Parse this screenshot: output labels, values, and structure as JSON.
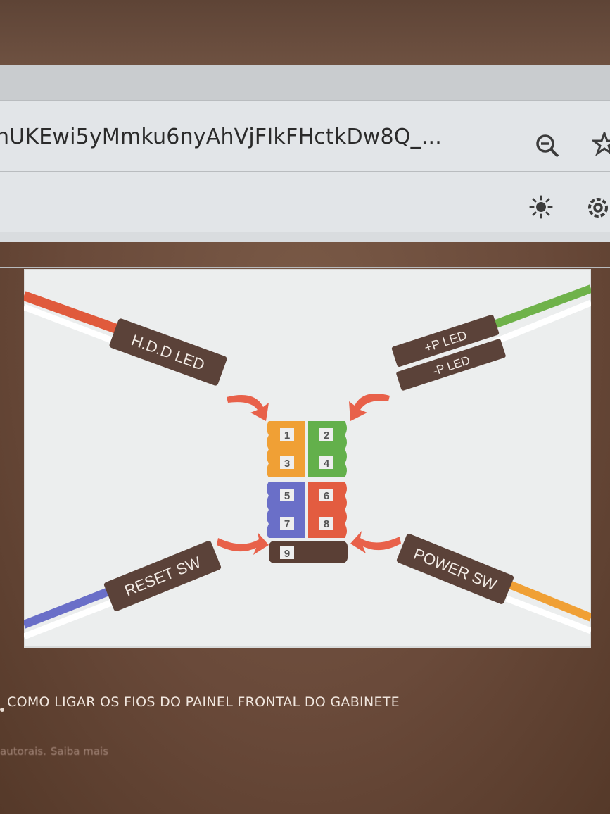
{
  "browser": {
    "url": "hUKEwi5yMmku6nyAhVjFIkFHctkDw8Q_..."
  },
  "diagram": {
    "hdd_led_label": "H.D.D LED",
    "p_led_plus_label": "+P LED",
    "p_led_minus_label": "-P LED",
    "reset_sw_label": "RESET SW",
    "power_sw_label": "POWER SW",
    "pins": [
      "1",
      "2",
      "3",
      "4",
      "5",
      "6",
      "7",
      "8",
      "9"
    ],
    "colors": {
      "orange": "#f0a035",
      "green": "#63b04b",
      "blue": "#6a6fc8",
      "red": "#e35c40",
      "brown": "#5a3f35",
      "label_bg": "#5b4239",
      "arrow": "#e8614a"
    }
  },
  "caption": {
    "title": "COMO LIGAR OS FIOS DO PAINEL FRONTAL DO GABINETE",
    "rights_text": "autorais.",
    "learn_more": "Saiba mais"
  }
}
